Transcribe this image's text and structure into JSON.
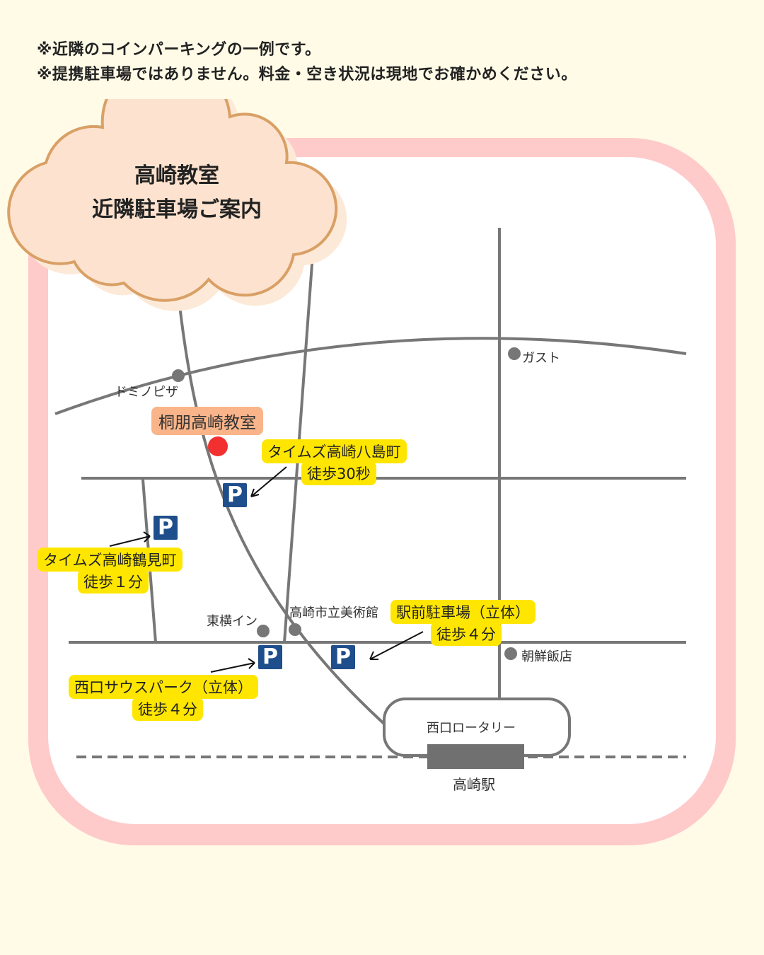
{
  "notes": [
    "※近隣のコインパーキングの一例です。",
    "※提携駐車場ではありません。料金・空き状況は現地でお確かめください。"
  ],
  "title": {
    "line1": "高崎教室",
    "line2": "近隣駐車場ご案内"
  },
  "school": "桐朋高崎教室",
  "landmarks": {
    "domino": "ドミノピザ",
    "gusto": "ガスト",
    "toyoko": "東横イン",
    "museum": "高崎市立美術館",
    "korean": "朝鮮飯店",
    "rotary": "西口ロータリー",
    "station": "高崎駅"
  },
  "parking": [
    {
      "name": "タイムズ高崎八島町",
      "walk": "徒歩30秒"
    },
    {
      "name": "タイムズ高崎鶴見町",
      "walk": "徒歩１分"
    },
    {
      "name": "駅前駐車場（立体）",
      "walk": "徒歩４分"
    },
    {
      "name": "西口サウスパーク（立体）",
      "walk": "徒歩４分"
    }
  ],
  "p_symbol": "P"
}
